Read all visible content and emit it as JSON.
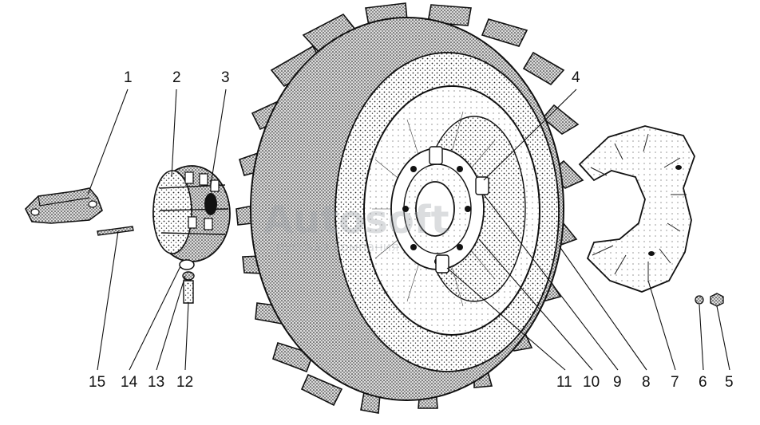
{
  "diagram": {
    "callouts": [
      {
        "id": "1",
        "label": "1"
      },
      {
        "id": "2",
        "label": "2"
      },
      {
        "id": "3",
        "label": "3"
      },
      {
        "id": "4",
        "label": "4"
      },
      {
        "id": "5",
        "label": "5"
      },
      {
        "id": "6",
        "label": "6"
      },
      {
        "id": "7",
        "label": "7"
      },
      {
        "id": "8",
        "label": "8"
      },
      {
        "id": "9",
        "label": "9"
      },
      {
        "id": "10",
        "label": "10"
      },
      {
        "id": "11",
        "label": "11"
      },
      {
        "id": "12",
        "label": "12"
      },
      {
        "id": "13",
        "label": "13"
      },
      {
        "id": "14",
        "label": "14"
      },
      {
        "id": "15",
        "label": "15"
      }
    ],
    "watermark": {
      "brand": "Autosoft",
      "subtitle": "русская компания"
    }
  }
}
